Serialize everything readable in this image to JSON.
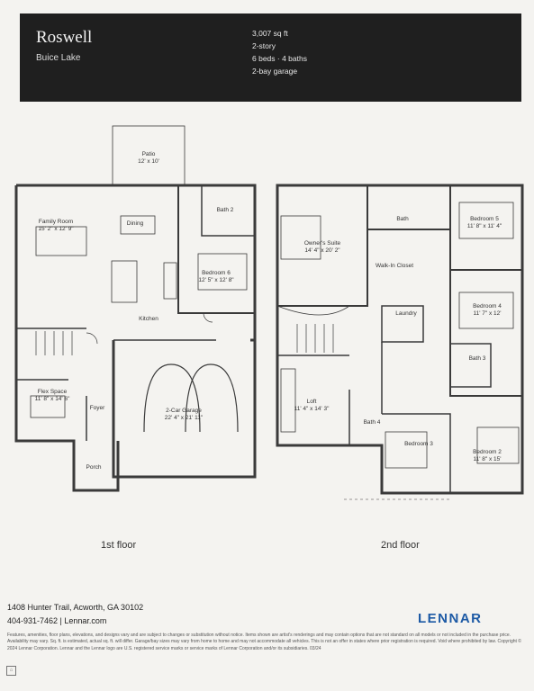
{
  "header": {
    "model": "Roswell",
    "community": "Buice Lake",
    "sqft": "3,007 sq ft",
    "stories": "2-story",
    "beds_baths": "6 beds · 4 baths",
    "garage": "2-bay garage"
  },
  "first_floor": {
    "label": "1st floor",
    "rooms": {
      "patio": {
        "name": "Patio",
        "dim": "12' x 10'"
      },
      "family": {
        "name": "Family Room",
        "dim": "15' 2\" x 12' 9\""
      },
      "dining": {
        "name": "Dining"
      },
      "bath2": {
        "name": "Bath 2"
      },
      "bedroom6": {
        "name": "Bedroom 6",
        "dim": "12' 5\" x 12' 8\""
      },
      "kitchen": {
        "name": "Kitchen"
      },
      "flex": {
        "name": "Flex Space",
        "dim": "11' 8\" x 14' 6\""
      },
      "foyer": {
        "name": "Foyer"
      },
      "garage": {
        "name": "2-Car Garage",
        "dim": "22' 4\" x 21' 11\""
      },
      "porch": {
        "name": "Porch"
      }
    }
  },
  "second_floor": {
    "label": "2nd floor",
    "rooms": {
      "bath": {
        "name": "Bath"
      },
      "bedroom5": {
        "name": "Bedroom 5",
        "dim": "11' 8\" x 11' 4\""
      },
      "owners": {
        "name": "Owner's Suite",
        "dim": "14' 4\" x 20' 2\""
      },
      "closet": {
        "name": "Walk-In Closet"
      },
      "laundry": {
        "name": "Laundry"
      },
      "bedroom4": {
        "name": "Bedroom 4",
        "dim": "11' 7\" x 12'"
      },
      "bath3": {
        "name": "Bath 3"
      },
      "loft": {
        "name": "Loft",
        "dim": "11' 4\" x 14' 3\""
      },
      "bath4": {
        "name": "Bath 4"
      },
      "bedroom3": {
        "name": "Bedroom 3"
      },
      "bedroom2": {
        "name": "Bedroom 2",
        "dim": "11' 8\" x 15'"
      }
    }
  },
  "footer": {
    "address": "1408 Hunter Trail, Acworth, GA 30102",
    "contact": "404-931-7462 | Lennar.com",
    "logo": "LENNAR",
    "disclaimer": "Features, amenities, floor plans, elevations, and designs vary and are subject to changes or substitution without notice. Items shown are artist's renderings and may contain options that are not standard on all models or not included in the purchase price. Availability may vary. Sq. ft. is estimated, actual sq. ft. will differ. Garage/bay sizes may vary from home to home and may not accommodate all vehicles. This is not an offer in states where prior registration is required. Void where prohibited by law. Copyright © 2024 Lennar Corporation. Lennar and the Lennar logo are U.S. registered service marks or service marks of Lennar Corporation and/or its subsidiaries. 03/24",
    "eho_icon": "equal-housing-icon"
  }
}
